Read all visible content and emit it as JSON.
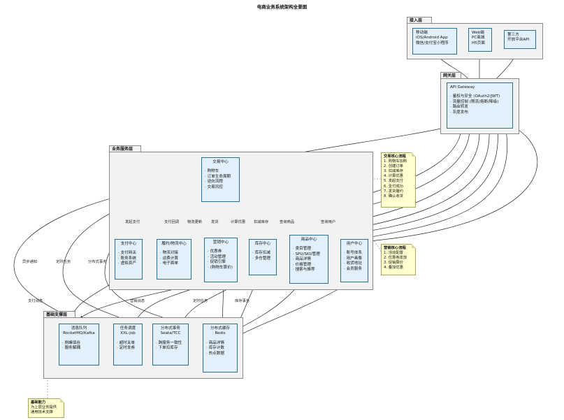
{
  "title": "电商业务系统架构全景图",
  "packages": {
    "access": "接入层",
    "gateway": "网关层",
    "business": "业务服务层",
    "infra": "基础支撑层"
  },
  "nodes": {
    "mobile": {
      "title": "移动端",
      "lines": [
        "iOS/Android App",
        "微信/支付宝小程序"
      ]
    },
    "web": {
      "title": "Web端",
      "lines": [
        "PC商城",
        "H5页面"
      ]
    },
    "third": {
      "title": "第三方",
      "lines": [
        "开放平台API"
      ]
    },
    "apigw": {
      "title": "API Gateway",
      "items": [
        "鉴权与安全 (OAuth2/JWT)",
        "流量控制 (限流/熔断/降级)",
        "路由转发",
        "灰度发布"
      ]
    },
    "trade": {
      "title": "交易中心",
      "items": [
        "购物车",
        "订单生命周期",
        "逆向流程",
        "交易风控"
      ]
    },
    "pay": {
      "title": "支付中心",
      "items": [
        "支付网关",
        "账务系统",
        "虚拟资产"
      ]
    },
    "logistics": {
      "title": "履约/物流中心",
      "items": [
        "物流对接",
        "运费计算",
        "电子面单"
      ]
    },
    "marketing": {
      "title": "营销中心",
      "items": [
        "优惠券",
        "活动管理",
        "促销引擎",
        "(购物车算价)"
      ]
    },
    "inventory": {
      "title": "库存中心",
      "items": [
        "库存扣减",
        "多仓管理"
      ]
    },
    "product": {
      "title": "商品中心",
      "items": [
        "类目管理",
        "SPU/SKU管理",
        "商品详情",
        "价格管理",
        "搜索与推荐"
      ]
    },
    "user": {
      "title": "用户中心",
      "items": [
        "账号体系",
        "用户画像",
        "收货地址",
        "会员服务"
      ]
    },
    "mq": {
      "title": "消息队列",
      "title2": "RocketMQ/Kafka",
      "items": [
        "削峰填谷",
        "服务解耦"
      ]
    },
    "job": {
      "title": "任务调度",
      "title2": "XXL-Job",
      "items": [
        "超时关单",
        "定时发券"
      ]
    },
    "seata": {
      "title": "分布式事务",
      "title2": "Seata/TCC",
      "items": [
        "跨服务一致性",
        "下单扣库存"
      ]
    },
    "redis": {
      "title": "分布式缓存",
      "title2": "Redis",
      "items": [
        "商品详情",
        "库存计数",
        "热点数据"
      ]
    }
  },
  "notes": {
    "trade_flow": {
      "title": "交易核心流程",
      "lines": [
        "1. 购物车加购",
        "2. 创建订单",
        "3. 扣减库存",
        "4. 计算优惠",
        "5. 发起支付",
        "6. 支付成功",
        "7. 发货履约",
        "8. 确认收货"
      ]
    },
    "marketing_flow": {
      "title": "营销核心流程",
      "lines": [
        "1. 活动配置",
        "2. 优惠券发放",
        "3. 促销算价",
        "4. 叠加优惠"
      ]
    },
    "infra_note": {
      "title": "基础能力",
      "lines": [
        "为上层业务提供",
        "通用技术支撑"
      ]
    }
  },
  "edge_labels": {
    "pay_start": "发起支付",
    "pay_callback": "支付回调",
    "logistics_update": "物流更新",
    "ship": "发货",
    "calc_discount": "计算优惠",
    "deduct_stock": "扣减库存",
    "query_product": "查询商品",
    "query_user": "查询用户",
    "async_notify": "异步通知",
    "cron_task": "定时任务",
    "dist_tx": "分布式事务",
    "pay_msg": "支付消息",
    "marketing_msg": "营销消息",
    "cron_task2": "定时任务",
    "stock_tx": "库存事务"
  }
}
